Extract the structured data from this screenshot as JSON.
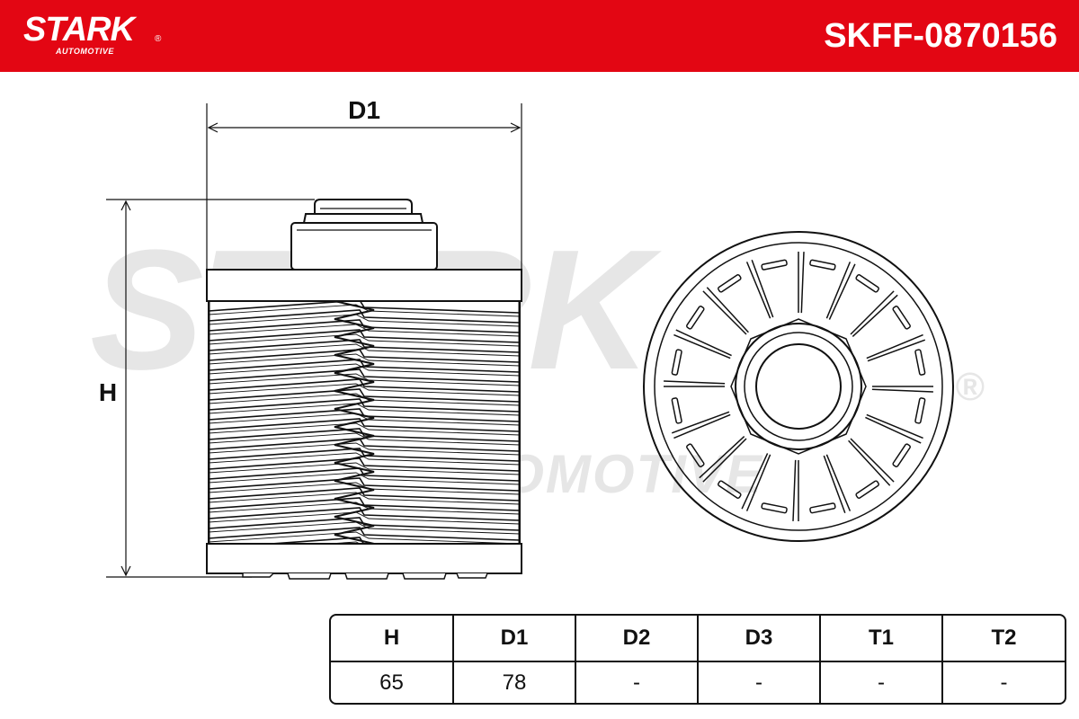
{
  "header": {
    "brand_name": "STARK",
    "brand_reg": "®",
    "brand_subtitle": "AUTOMOTIVE",
    "part_number": "SKFF-0870156"
  },
  "watermark": {
    "text": "STARK",
    "subtitle": "AUTOMOTIVE",
    "reg": "®"
  },
  "drawing": {
    "dimension_width_label": "D1",
    "dimension_height_label": "H"
  },
  "specs": {
    "headers": [
      "H",
      "D1",
      "D2",
      "D3",
      "T1",
      "T2"
    ],
    "values": [
      "65",
      "78",
      "-",
      "-",
      "-",
      "-"
    ]
  },
  "colors": {
    "brand_red": "#e30613",
    "line": "#111111",
    "watermark": "#e6e6e6"
  }
}
